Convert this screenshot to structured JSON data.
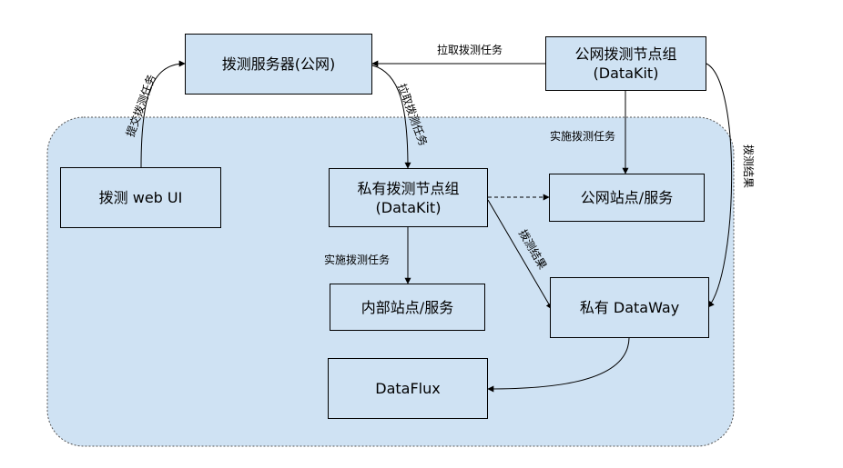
{
  "colors": {
    "region_fill": "#cfe2f3",
    "node_fill": "#cfe2f3",
    "stroke": "#000000",
    "region_border": "#555555"
  },
  "nodes": {
    "probe_server": "拨测服务器(公网)",
    "public_group_line1": "公网拨测节点组",
    "public_group_line2": "(DataKit)",
    "web_ui": "拨测 web UI",
    "private_group_line1": "私有拨测节点组",
    "private_group_line2": "(DataKit)",
    "public_site": "公网站点/服务",
    "internal_site": "内部站点/服务",
    "private_dataway": "私有 DataWay",
    "dataflux": "DataFlux"
  },
  "edges": {
    "submit_task": "提交拨测任务",
    "pull_task_top": "拉取拨测任务",
    "pull_task_down": "拉取拨测任务",
    "exec_task_public": "实施拨测任务",
    "exec_task_internal": "实施拨测任务",
    "result_right": "拨测结果",
    "result_mid": "拨测结果"
  }
}
